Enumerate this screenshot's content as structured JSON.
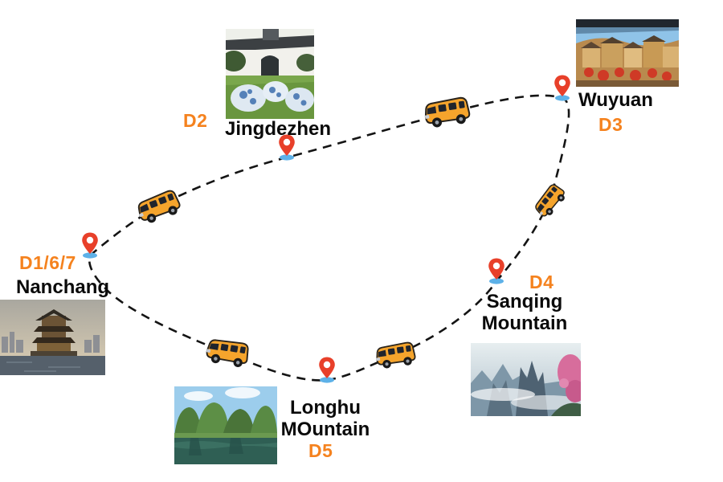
{
  "diagram": {
    "kind": "tour-route-loop",
    "accent_color": "#f5821e",
    "route_color": "#141414",
    "pin_color": "#e8402a",
    "pin_base_color": "#5db1e8",
    "van_color": "#f5a42c"
  },
  "locations": {
    "nanchang": {
      "day_label": "D1/6/7",
      "name": "Nanchang"
    },
    "jingdezhen": {
      "day_label": "D2",
      "name": "Jingdezhen"
    },
    "wuyuan": {
      "day_label": "D3",
      "name": "Wuyuan"
    },
    "sanqing": {
      "day_label": "D4",
      "name_line1": "Sanqing",
      "name_line2": "Mountain"
    },
    "longhu": {
      "day_label": "D5",
      "name_line1": "Longhu",
      "name_line2": "MOuntain"
    }
  },
  "photos": {
    "nanchang": "pavilion by the river at dusk",
    "jingdezhen": "courtyard with blue-and-white porcelain boulders",
    "wuyuan": "hillside village houses with red drying trays",
    "sanqing": "misty granite peaks with pink blossoms",
    "longhu": "green karst hills above a river"
  }
}
